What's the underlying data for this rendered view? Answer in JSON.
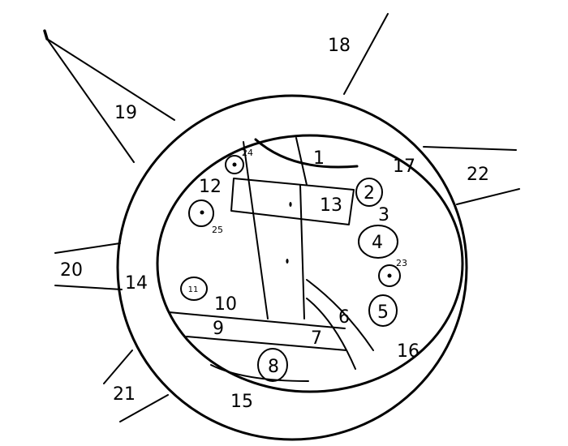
{
  "diagram": {
    "labels": {
      "l1": "1",
      "l2": "2",
      "l3": "3",
      "l4": "4",
      "l5": "5",
      "l6": "6",
      "l7": "7",
      "l8": "8",
      "l9": "9",
      "l10": "10",
      "l11": "11",
      "l12": "12",
      "l13": "13",
      "l14": "14",
      "l15": "15",
      "l16": "16",
      "l17": "17",
      "l18": "18",
      "l19": "19",
      "l20": "20",
      "l21": "21",
      "l22": "22",
      "l23": "23",
      "l24": "24",
      "l25": "25"
    }
  }
}
